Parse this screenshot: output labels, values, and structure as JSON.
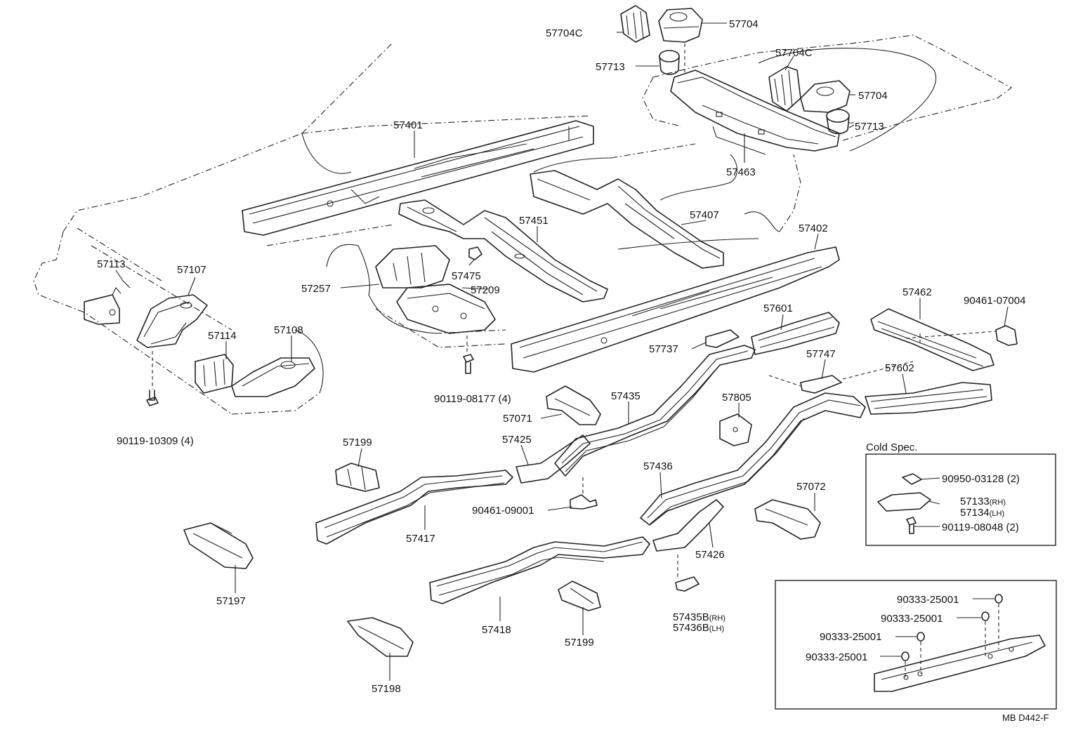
{
  "labels": {
    "l57704C_a": "57704C",
    "l57704_a": "57704",
    "l57713_a": "57713",
    "l57704C_b": "57704C",
    "l57704_b": "57704",
    "l57713_b": "57713",
    "l57401": "57401",
    "l57463": "57463",
    "l57407": "57407",
    "l57451": "57451",
    "l57402": "57402",
    "l57113": "57113",
    "l57107": "57107",
    "l57475": "57475",
    "l57257": "57257",
    "l57209": "57209",
    "l57114": "57114",
    "l57108": "57108",
    "l57462": "57462",
    "l90461_07004": "90461-07004",
    "l57601": "57601",
    "l57737": "57737",
    "l57747": "57747",
    "l57602": "57602",
    "l90119_08177": "90119-08177 (4)",
    "l57435": "57435",
    "l57071": "57071",
    "l57805": "57805",
    "l90119_10309": "90119-10309 (4)",
    "l57199_a": "57199",
    "l57425": "57425",
    "l57436": "57436",
    "l57072": "57072",
    "l90461_09001": "90461-09001",
    "l57417": "57417",
    "l57426": "57426",
    "l57197": "57197",
    "l57418": "57418",
    "l57199_b": "57199",
    "l57435B": "57435B",
    "l57435B_suffix": "(RH)",
    "l57436B": "57436B",
    "l57436B_suffix": "(LH)",
    "l57198": "57198",
    "cold_spec_title": "Cold Spec.",
    "l90950_03128": "90950-03128 (2)",
    "l57133": "57133",
    "l57133_suffix": "(RH)",
    "l57134": "57134",
    "l57134_suffix": "(LH)",
    "l90119_08048": "90119-08048 (2)",
    "l90333_a": "90333-25001",
    "l90333_b": "90333-25001",
    "l90333_c": "90333-25001",
    "l90333_d": "90333-25001",
    "diagram_code": "MB D442-F"
  }
}
